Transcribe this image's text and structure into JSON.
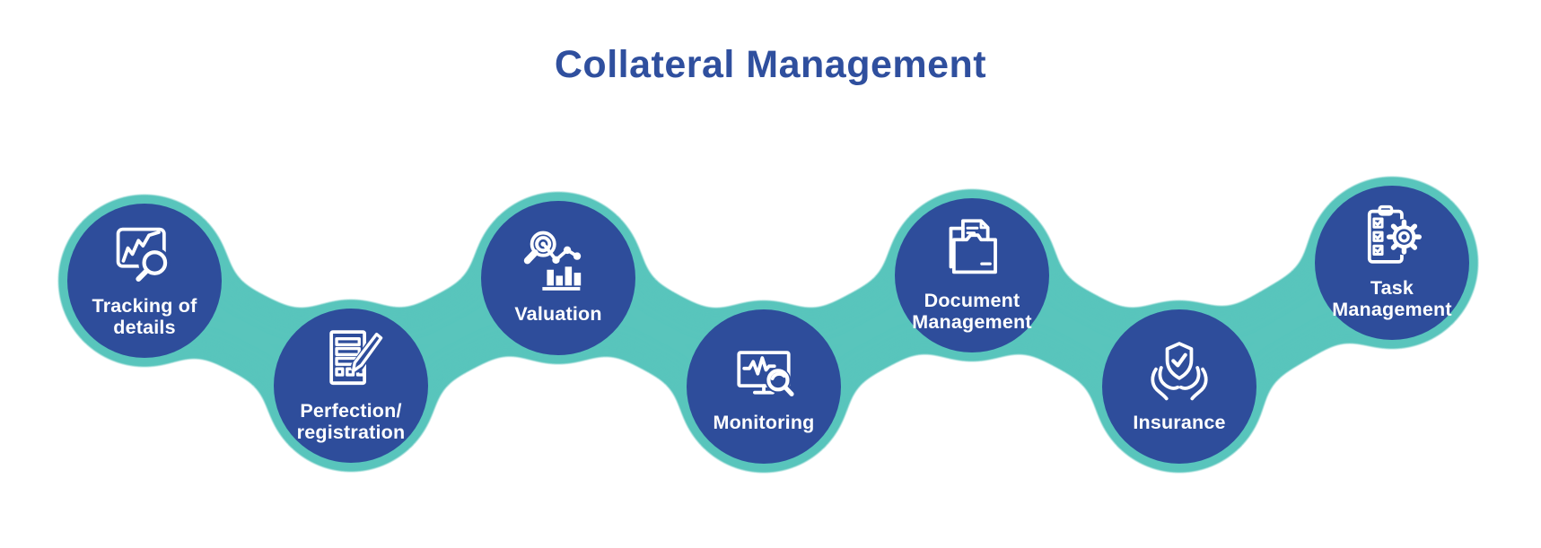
{
  "title": {
    "text": "Collateral Management"
  },
  "colors": {
    "node_blue": "#2e4d9b",
    "band_teal": "#58c5bc",
    "title_blue": "#2f4f9e",
    "label_white": "#ffffff"
  },
  "nodes": [
    {
      "label": "Tracking of\ndetails",
      "icon": "chart-magnifier-icon",
      "position": "top"
    },
    {
      "label": "Perfection/\nregistration",
      "icon": "document-pen-icon",
      "position": "bottom"
    },
    {
      "label": "Valuation",
      "icon": "magnifier-bar-chart-icon",
      "position": "top"
    },
    {
      "label": "Monitoring",
      "icon": "monitor-pulse-magnifier-icon",
      "position": "bottom"
    },
    {
      "label": "Document\nManagement",
      "icon": "folder-documents-icon",
      "position": "top"
    },
    {
      "label": "Insurance",
      "icon": "hands-shield-check-icon",
      "position": "bottom"
    },
    {
      "label": "Task\nManagement",
      "icon": "checklist-gear-icon",
      "position": "top"
    }
  ]
}
